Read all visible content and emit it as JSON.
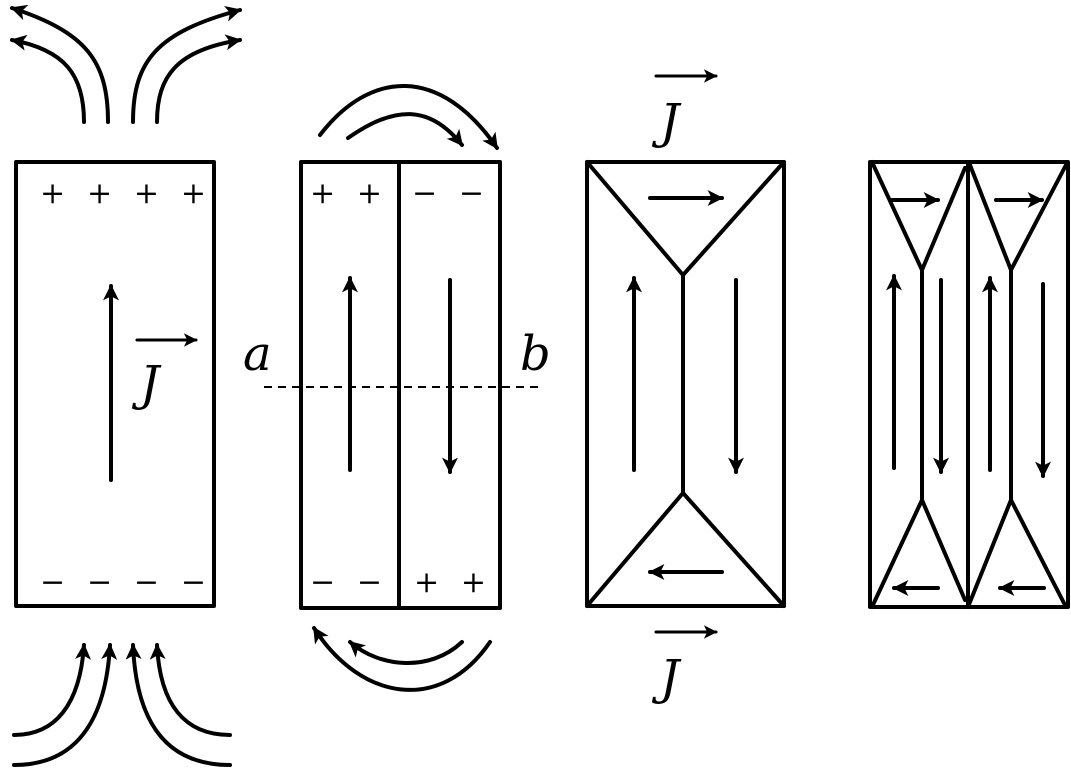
{
  "colors": {
    "ink": "#000000",
    "background": "#ffffff"
  },
  "panel1": {
    "top_charges": "+ + + +",
    "bottom_charges": "− − − −",
    "vector_label": "J"
  },
  "panel2": {
    "top_left_charges": "+ +",
    "top_right_charges": "− −",
    "bottom_left_charges": "− −",
    "bottom_right_charges": "+ +",
    "point_a": "a",
    "point_b": "b"
  },
  "panel3": {
    "top_vector_label": "J",
    "bottom_vector_label": "J"
  }
}
